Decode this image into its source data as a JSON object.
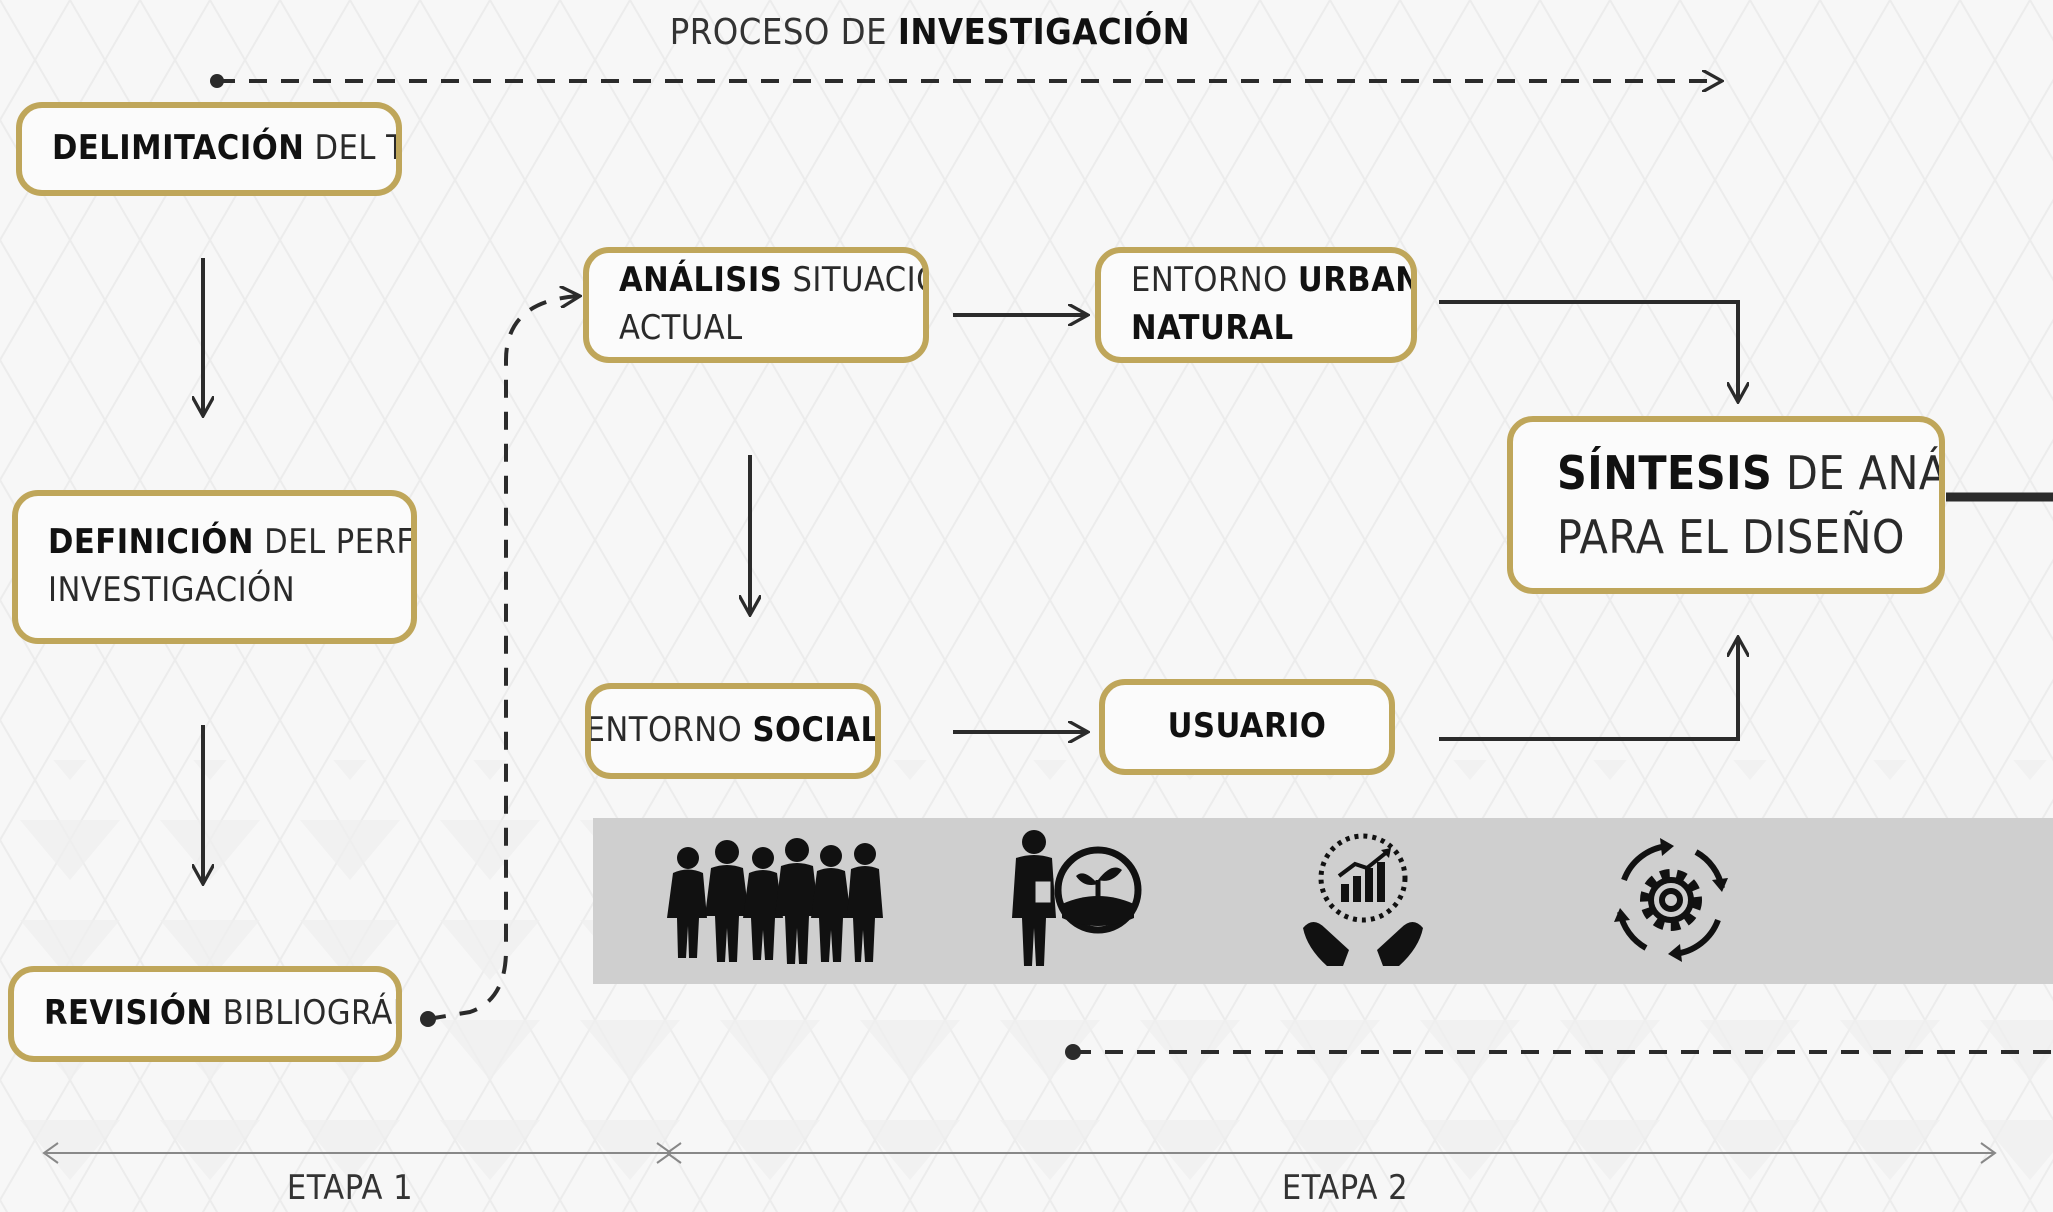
{
  "title": {
    "light": "PROCESO DE ",
    "bold": "INVESTIGACIÓN"
  },
  "nodes": {
    "delimitacion": {
      "bold": "DELIMITACIÓN",
      "light": " DEL TEMA"
    },
    "definicion": {
      "bold": "DEFINICIÓN",
      "light": " DEL PERFIL DE",
      "line2": "INVESTIGACIÓN"
    },
    "revision": {
      "bold": "REVISIÓN",
      "light": " BIBLIOGRÁFICA"
    },
    "analisis": {
      "bold": "ANÁLISIS",
      "light": " SITUACIÓN",
      "line2": "ACTUAL"
    },
    "entorno_urbano": {
      "light": "ENTORNO ",
      "bold": "URBANO /",
      "line2": "NATURAL"
    },
    "entorno_social": {
      "light": "ENTORNO ",
      "bold": "SOCIAL"
    },
    "usuario": {
      "bold": "USUARIO"
    },
    "sintesis": {
      "bold": "SÍNTESIS",
      "light": " DE ANÁLISIS",
      "line2": "PARA EL DISEÑO"
    }
  },
  "stages": [
    "ETAPA 1",
    "ETAPA 2"
  ],
  "icons": [
    "group-of-people-icon",
    "person-with-plant-icon",
    "hands-holding-growth-chart-icon",
    "gear-cycle-icon"
  ],
  "colors": {
    "accent": "#bfa65a",
    "line": "#2b2b2b",
    "band": "#cfcfcf"
  }
}
